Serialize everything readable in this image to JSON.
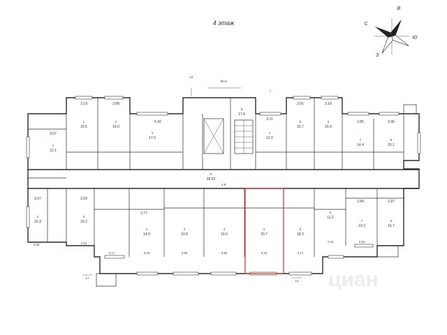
{
  "floor_title": "4 этаж",
  "compass": {
    "north": "В",
    "west": "С",
    "east": "Ю",
    "south": "З"
  },
  "section_label": "ЛК-8",
  "top_rooms": [
    {
      "label": "3.19",
      "num": "1",
      "area": "16.5"
    },
    {
      "label": "2.89",
      "num": "2",
      "area": "16.0"
    },
    {
      "label": "5.42",
      "num": "3",
      "area": "17.0"
    },
    {
      "label": "3.11",
      "num": "4",
      "area": "12.0"
    },
    {
      "label": "2.91",
      "num": "5",
      "area": "15.7"
    },
    {
      "label": "3.19",
      "num": "6",
      "area": "15.9"
    },
    {
      "label": "2.85",
      "num": "7",
      "area": "14.4"
    },
    {
      "label": "2.96",
      "num": "8",
      "area": "15.1"
    }
  ],
  "left_rooms": [
    {
      "label": "3.07",
      "num": "1",
      "area": "12.1"
    },
    {
      "label": "3.07",
      "num": "2",
      "area": "16.3"
    },
    {
      "label": "2.93",
      "num": "3",
      "area": "15.2"
    }
  ],
  "bottom_rooms": [
    {
      "label": "2.77",
      "num": "1",
      "area": "14.5"
    },
    {
      "label": "3.95",
      "num": "2",
      "area": "19.8"
    },
    {
      "label": "3.95",
      "num": "3",
      "area": "19.6"
    },
    {
      "label": "4.16",
      "num": "4",
      "area": "20.7"
    },
    {
      "label": "3.17",
      "num": "5",
      "area": "18.3"
    },
    {
      "label": "2.94",
      "num": "6",
      "area": "11.2"
    },
    {
      "label": "2.84",
      "num": "7",
      "area": "19.3"
    },
    {
      "label": "2.97",
      "num": "8",
      "area": "16.7"
    }
  ],
  "corridor": {
    "num": "6",
    "area": "28.53",
    "extra": "4.8"
  },
  "stair": {
    "num": "8",
    "area": "17.6"
  },
  "dims": {
    "top_center": "16",
    "left_bottom": "3.08",
    "b1": "2.91",
    "b2": "3.17",
    "b3": "3.33",
    "b4": "3.95",
    "b5": "3.95",
    "b6": "4.16",
    "b7": "3.17",
    "b8": "2.94",
    "b9": "2.84",
    "marker_top": "7",
    "marker_bottom_left": "17",
    "marker_bottom_right": "13"
  },
  "watermark": "циан"
}
